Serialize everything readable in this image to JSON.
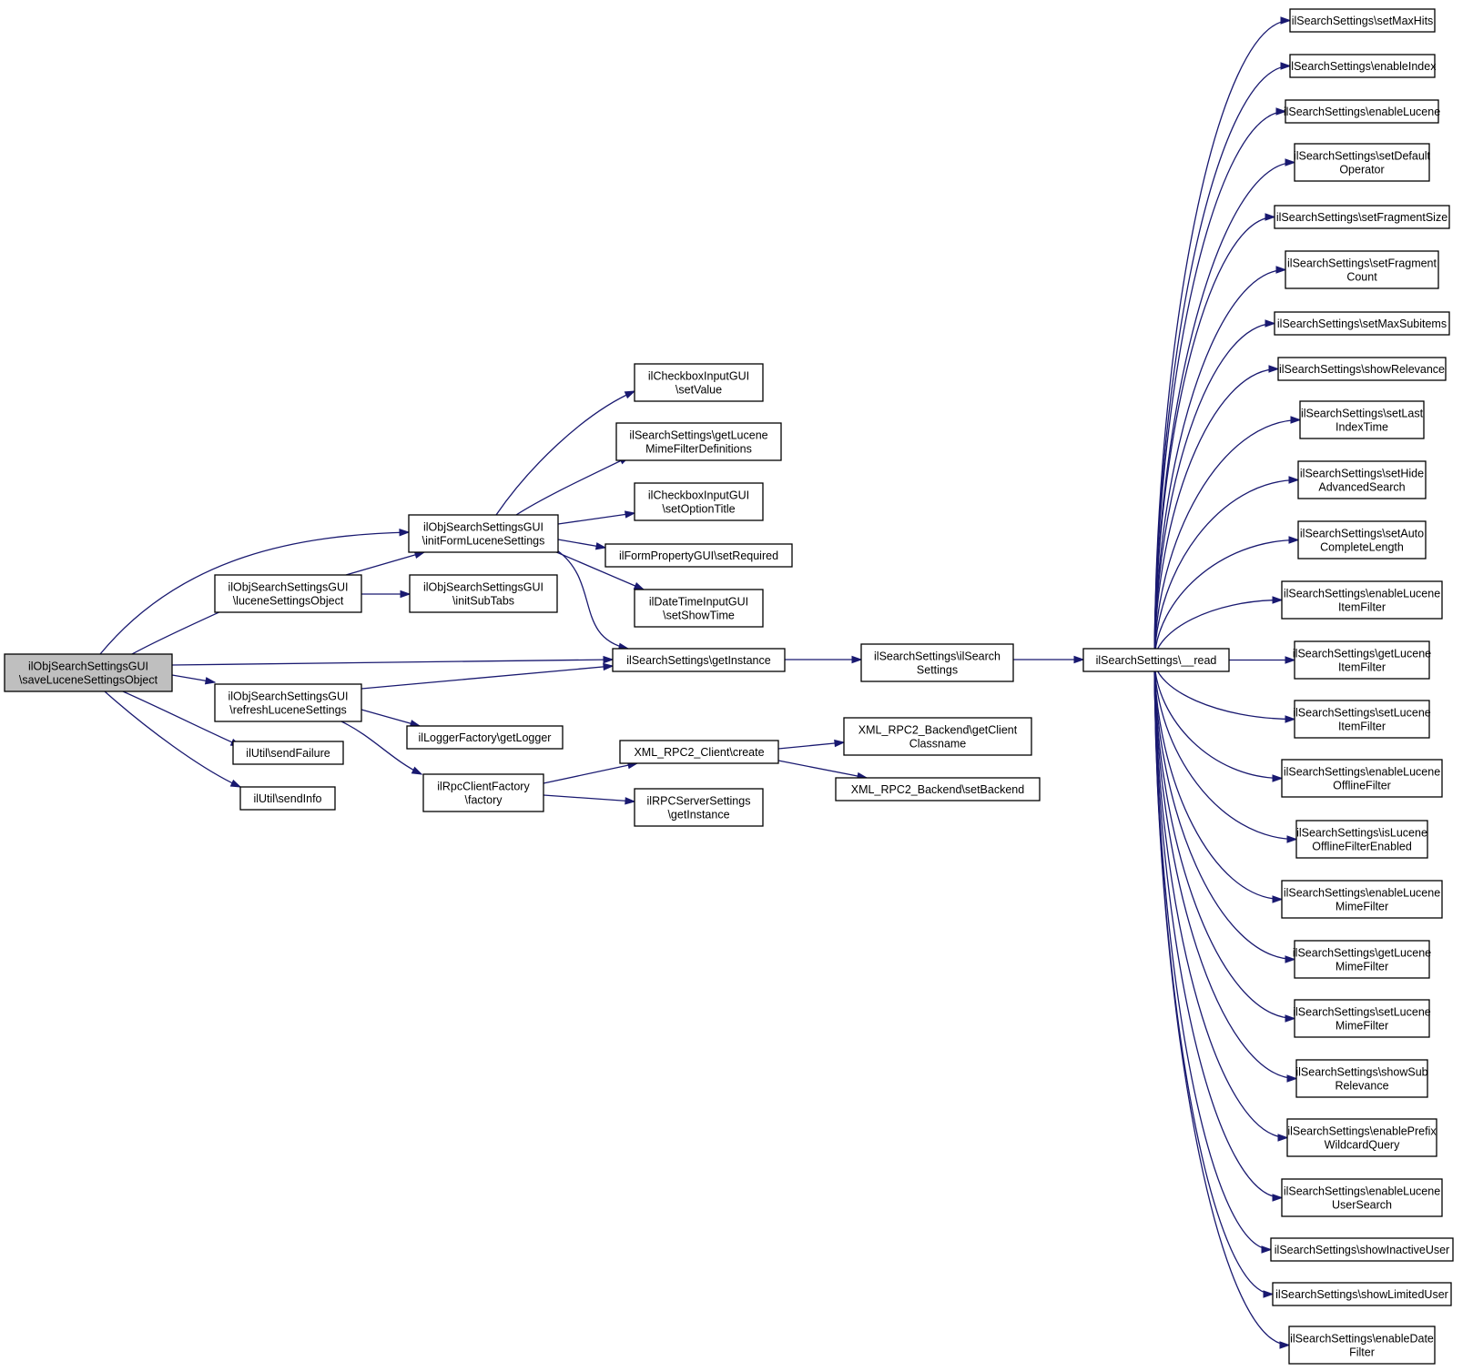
{
  "diagram": {
    "type": "call-graph",
    "colors": {
      "edge": "#191970",
      "root_fill": "#bfbfbf",
      "node_fill": "#ffffff",
      "node_border": "#000000"
    },
    "nodes": [
      {
        "id": "root",
        "lines": [
          "ilObjSearchSettingsGUI",
          "\\saveLuceneSettingsObject"
        ],
        "highlighted": true
      },
      {
        "id": "initForm",
        "lines": [
          "ilObjSearchSettingsGUI",
          "\\initFormLuceneSettings"
        ]
      },
      {
        "id": "luceneObj",
        "lines": [
          "ilObjSearchSettingsGUI",
          "\\luceneSettingsObject"
        ]
      },
      {
        "id": "initSubTabs",
        "lines": [
          "ilObjSearchSettingsGUI",
          "\\initSubTabs"
        ]
      },
      {
        "id": "refresh",
        "lines": [
          "ilObjSearchSettingsGUI",
          "\\refreshLuceneSettings"
        ]
      },
      {
        "id": "sendFailure",
        "lines": [
          "ilUtil\\sendFailure"
        ]
      },
      {
        "id": "sendInfo",
        "lines": [
          "ilUtil\\sendInfo"
        ]
      },
      {
        "id": "cbSetValue",
        "lines": [
          "ilCheckboxInputGUI",
          "\\setValue"
        ]
      },
      {
        "id": "getMimeDefs",
        "lines": [
          "ilSearchSettings\\getLucene",
          "MimeFilterDefinitions"
        ]
      },
      {
        "id": "cbSetOption",
        "lines": [
          "ilCheckboxInputGUI",
          "\\setOptionTitle"
        ]
      },
      {
        "id": "setRequired",
        "lines": [
          "ilFormPropertyGUI\\setRequired"
        ]
      },
      {
        "id": "dtShowTime",
        "lines": [
          "ilDateTimeInputGUI",
          "\\setShowTime"
        ]
      },
      {
        "id": "getInstance",
        "lines": [
          "ilSearchSettings\\getInstance"
        ]
      },
      {
        "id": "ctor",
        "lines": [
          "ilSearchSettings\\ilSearch",
          "Settings"
        ]
      },
      {
        "id": "read",
        "lines": [
          "ilSearchSettings\\__read"
        ]
      },
      {
        "id": "getLogger",
        "lines": [
          "ilLoggerFactory\\getLogger"
        ]
      },
      {
        "id": "rpcFactory",
        "lines": [
          "ilRpcClientFactory",
          "\\factory"
        ]
      },
      {
        "id": "xmlCreate",
        "lines": [
          "XML_RPC2_Client\\create"
        ]
      },
      {
        "id": "rpcServerInst",
        "lines": [
          "ilRPCServerSettings",
          "\\getInstance"
        ]
      },
      {
        "id": "getClientCls",
        "lines": [
          "XML_RPC2_Backend\\getClient",
          "Classname"
        ]
      },
      {
        "id": "setBackend",
        "lines": [
          "XML_RPC2_Backend\\setBackend"
        ]
      },
      {
        "id": "r0",
        "lines": [
          "ilSearchSettings\\setMaxHits"
        ]
      },
      {
        "id": "r1",
        "lines": [
          "ilSearchSettings\\enableIndex"
        ]
      },
      {
        "id": "r2",
        "lines": [
          "ilSearchSettings\\enableLucene"
        ]
      },
      {
        "id": "r3",
        "lines": [
          "ilSearchSettings\\setDefault",
          "Operator"
        ]
      },
      {
        "id": "r4",
        "lines": [
          "ilSearchSettings\\setFragmentSize"
        ]
      },
      {
        "id": "r5",
        "lines": [
          "ilSearchSettings\\setFragment",
          "Count"
        ]
      },
      {
        "id": "r6",
        "lines": [
          "ilSearchSettings\\setMaxSubitems"
        ]
      },
      {
        "id": "r7",
        "lines": [
          "ilSearchSettings\\showRelevance"
        ]
      },
      {
        "id": "r8",
        "lines": [
          "ilSearchSettings\\setLast",
          "IndexTime"
        ]
      },
      {
        "id": "r9",
        "lines": [
          "ilSearchSettings\\setHide",
          "AdvancedSearch"
        ]
      },
      {
        "id": "r10",
        "lines": [
          "ilSearchSettings\\setAuto",
          "CompleteLength"
        ]
      },
      {
        "id": "r11",
        "lines": [
          "ilSearchSettings\\enableLucene",
          "ItemFilter"
        ]
      },
      {
        "id": "r12",
        "lines": [
          "ilSearchSettings\\getLucene",
          "ItemFilter"
        ]
      },
      {
        "id": "r13",
        "lines": [
          "ilSearchSettings\\setLucene",
          "ItemFilter"
        ]
      },
      {
        "id": "r14",
        "lines": [
          "ilSearchSettings\\enableLucene",
          "OfflineFilter"
        ]
      },
      {
        "id": "r15",
        "lines": [
          "ilSearchSettings\\isLucene",
          "OfflineFilterEnabled"
        ]
      },
      {
        "id": "r16",
        "lines": [
          "ilSearchSettings\\enableLucene",
          "MimeFilter"
        ]
      },
      {
        "id": "r17",
        "lines": [
          "ilSearchSettings\\getLucene",
          "MimeFilter"
        ]
      },
      {
        "id": "r18",
        "lines": [
          "ilSearchSettings\\setLucene",
          "MimeFilter"
        ]
      },
      {
        "id": "r19",
        "lines": [
          "ilSearchSettings\\showSub",
          "Relevance"
        ]
      },
      {
        "id": "r20",
        "lines": [
          "ilSearchSettings\\enablePrefix",
          "WildcardQuery"
        ]
      },
      {
        "id": "r21",
        "lines": [
          "ilSearchSettings\\enableLucene",
          "UserSearch"
        ]
      },
      {
        "id": "r22",
        "lines": [
          "ilSearchSettings\\showInactiveUser"
        ]
      },
      {
        "id": "r23",
        "lines": [
          "ilSearchSettings\\showLimitedUser"
        ]
      },
      {
        "id": "r24",
        "lines": [
          "ilSearchSettings\\enableDate",
          "Filter"
        ]
      }
    ],
    "edges": [
      [
        "root",
        "initForm"
      ],
      [
        "root",
        "luceneObj"
      ],
      [
        "root",
        "getInstance"
      ],
      [
        "root",
        "refresh"
      ],
      [
        "root",
        "sendFailure"
      ],
      [
        "root",
        "sendInfo"
      ],
      [
        "luceneObj",
        "initForm"
      ],
      [
        "luceneObj",
        "initSubTabs"
      ],
      [
        "initForm",
        "cbSetValue"
      ],
      [
        "initForm",
        "getMimeDefs"
      ],
      [
        "initForm",
        "cbSetOption"
      ],
      [
        "initForm",
        "setRequired"
      ],
      [
        "initForm",
        "dtShowTime"
      ],
      [
        "initForm",
        "getInstance"
      ],
      [
        "refresh",
        "getInstance"
      ],
      [
        "refresh",
        "getLogger"
      ],
      [
        "refresh",
        "rpcFactory"
      ],
      [
        "getInstance",
        "ctor"
      ],
      [
        "ctor",
        "read"
      ],
      [
        "rpcFactory",
        "xmlCreate"
      ],
      [
        "rpcFactory",
        "rpcServerInst"
      ],
      [
        "xmlCreate",
        "getClientCls"
      ],
      [
        "xmlCreate",
        "setBackend"
      ],
      [
        "read",
        "r0"
      ],
      [
        "read",
        "r1"
      ],
      [
        "read",
        "r2"
      ],
      [
        "read",
        "r3"
      ],
      [
        "read",
        "r4"
      ],
      [
        "read",
        "r5"
      ],
      [
        "read",
        "r6"
      ],
      [
        "read",
        "r7"
      ],
      [
        "read",
        "r8"
      ],
      [
        "read",
        "r9"
      ],
      [
        "read",
        "r10"
      ],
      [
        "read",
        "r11"
      ],
      [
        "read",
        "r12"
      ],
      [
        "read",
        "r13"
      ],
      [
        "read",
        "r14"
      ],
      [
        "read",
        "r15"
      ],
      [
        "read",
        "r16"
      ],
      [
        "read",
        "r17"
      ],
      [
        "read",
        "r18"
      ],
      [
        "read",
        "r19"
      ],
      [
        "read",
        "r20"
      ],
      [
        "read",
        "r21"
      ],
      [
        "read",
        "r22"
      ],
      [
        "read",
        "r23"
      ],
      [
        "read",
        "r24"
      ]
    ]
  }
}
